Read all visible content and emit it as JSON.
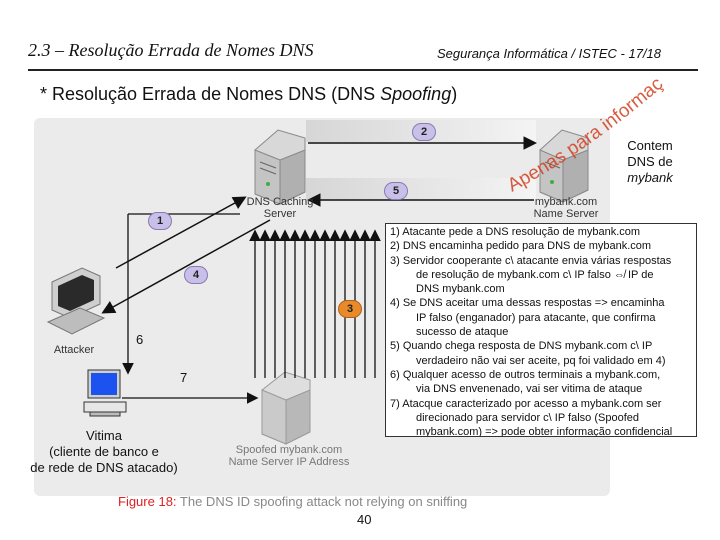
{
  "header": {
    "title": "2.3 – Resolução Errada de Nomes DNS",
    "meta": "Segurança Informática / ISTEC  -  17/18"
  },
  "subtitle": {
    "prefix": "* Resolução Errada de Nomes DNS  (DNS ",
    "italic": "Spoofing",
    "suffix": ")"
  },
  "watermark": "Apenas para informação",
  "nodes": {
    "dns_caching": [
      "DNS Caching",
      "Server"
    ],
    "name_server": [
      "mybank.com",
      "Name Server"
    ],
    "attacker": "Attacker",
    "spoofed": [
      "Spoofed mybank.com",
      "Name Server IP Address"
    ],
    "client": [
      "Vitima",
      "(cliente de banco e",
      "de rede de DNS atacado)"
    ]
  },
  "side_note": [
    "Contem",
    "DNS de",
    "mybank"
  ],
  "badges": [
    "1",
    "2",
    "3",
    "4",
    "5"
  ],
  "plain_numbers": [
    "6",
    "7"
  ],
  "steps": [
    "1) Atacante pede a DNS resolução de mybank.com",
    "2) DNS encaminha pedido para DNS de  mybank.com",
    "3) Servidor cooperante c\\ atacante envia várias respostas",
    "de resolução de mybank.com c\\ IP falso ⇎ IP de",
    "DNS mybank.com",
    "4) Se DNS aceitar uma dessas respostas => encaminha",
    "IP falso (enganador) para atacante, que confirma",
    "sucesso de ataque",
    "5) Quando chega resposta de DNS mybank.com c\\ IP",
    "verdadeiro não vai ser aceite, pq foi validado em 4)",
    "6) Qualquer acesso de outros terminais a mybank.com,",
    "via DNS envenenado, vai ser vitima de ataque",
    "7)  Atacque caracterizado por acesso a mybank.com ser",
    "direcionado para servidor c\\ IP falso (Spoofed",
    "mybank.com) => pode obter informação confidencial"
  ],
  "caption": {
    "figure": "Figure 18:",
    "text": " The DNS ID spoofing attack not relying on sniffing"
  },
  "page_number": "40",
  "colors": {
    "badge": "#c8c0e8",
    "badge_orange": "#e98a2a",
    "caption_red": "#dd2222",
    "watermark": "#d04020"
  }
}
